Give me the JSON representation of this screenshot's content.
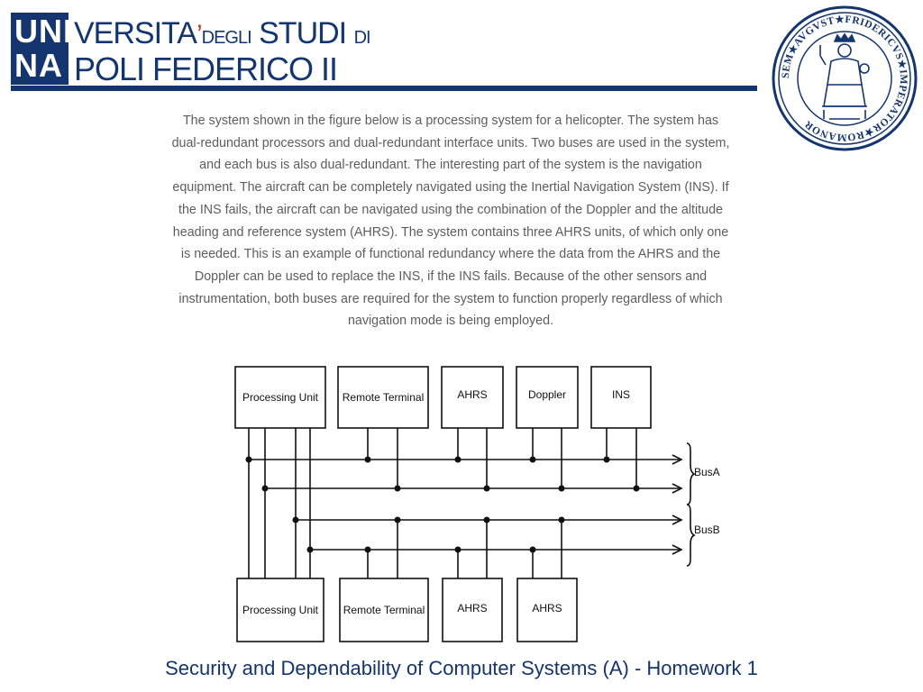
{
  "header": {
    "logo_uni": "UNI",
    "logo_na": "NA",
    "logo_line1_a": "VERSITA",
    "logo_line1_accent": "’",
    "logo_line1_b": "DEGLI",
    "logo_line1_c": "STUDI",
    "logo_line1_d": "DI",
    "logo_line2": "POLI FEDERICO II",
    "seal_text": "SEM★AVGVST★FRIDERICVS★IMPERATOR★ROMANOR",
    "brand_color": "#14356e"
  },
  "body": {
    "paragraph": "The system shown in the figure below is a processing system for a helicopter. The system has dual-redundant processors and dual-redundant interface units. Two buses are used in the system, and each bus is also dual-redundant. The interesting part of the system is the navigation equipment. The aircraft can be completely navigated using the Inertial Navigation System (INS). If the INS fails, the aircraft can be navigated using the combination of the Doppler and the altitude heading and reference system (AHRS). The system contains three AHRS units, of which only one is needed. This is an example of functional redundancy where the data from the AHRS and the Doppler can be used to replace the INS, if the INS fails. Because of the other sensors and instrumentation, both buses are required for the system to function properly regardless of which navigation mode is being employed."
  },
  "diagram": {
    "top_units": [
      "Processing Unit",
      "Remote Terminal",
      "AHRS",
      "Doppler",
      "INS"
    ],
    "bottom_units": [
      "Processing Unit",
      "Remote Terminal",
      "AHRS",
      "AHRS"
    ],
    "bus_labels": [
      "BusA",
      "BusB"
    ]
  },
  "footer": {
    "title": "Security and Dependability of Computer Systems (A) - Homework 1"
  }
}
